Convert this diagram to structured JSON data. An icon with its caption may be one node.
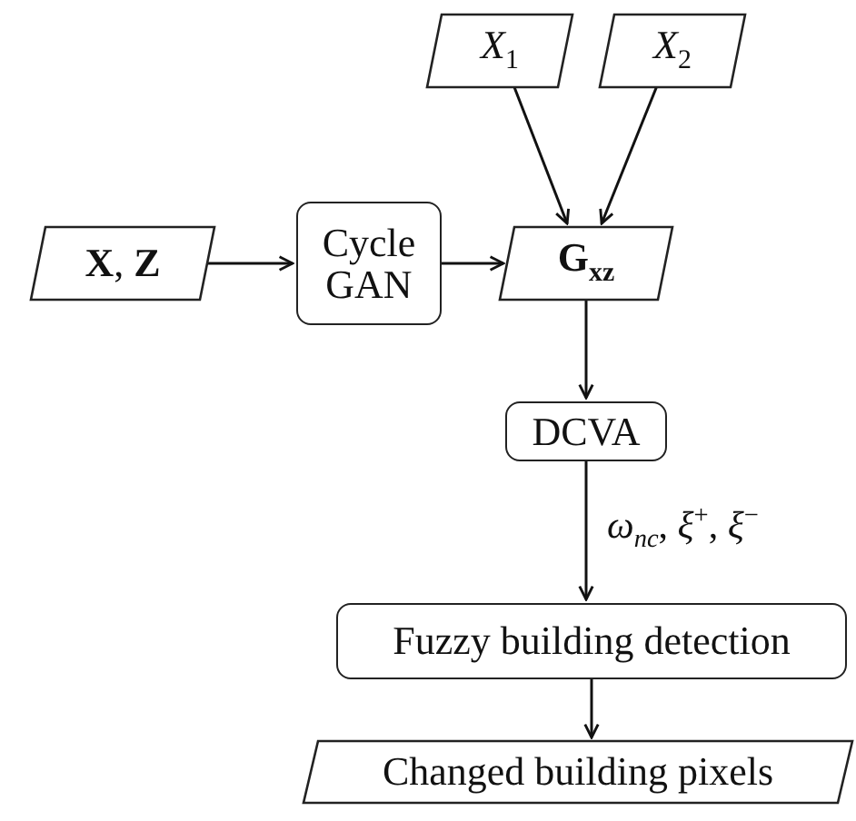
{
  "diagram": {
    "nodes": [
      {
        "text": [
          "*X*$_{1}$"
        ]
      },
      {
        "text": [
          "*X*$_{2}$"
        ]
      },
      {
        "text": [
          "**X**, **Z**"
        ]
      },
      {
        "text": [
          "Cycle GAN"
        ]
      },
      {
        "text": [
          "G$_{xz}$"
        ]
      },
      {
        "text": [
          "DCVA"
        ]
      },
      {
        "text": [
          "Fuzzy building detection"
        ]
      },
      {
        "text": [
          "Changed building pixels"
        ]
      }
    ],
    "edges": [
      {
        "from": 0,
        "to": 4,
        "arrow": "to"
      },
      {
        "from": 1,
        "to": 4,
        "arrow": "to"
      },
      {
        "from": 2,
        "to": 3,
        "arrow": "to"
      },
      {
        "from": 3,
        "to": 4,
        "arrow": "to"
      },
      {
        "from": 4,
        "to": 5,
        "arrow": "to"
      },
      {
        "from": 5,
        "to": 6,
        "arrow": "to",
        "label": "*ω*$_{nc}$, *ξ*$^{+}$, *ξ*$^{−}$"
      },
      {
        "from": 6,
        "to": 7,
        "arrow": "to"
      }
    ]
  }
}
